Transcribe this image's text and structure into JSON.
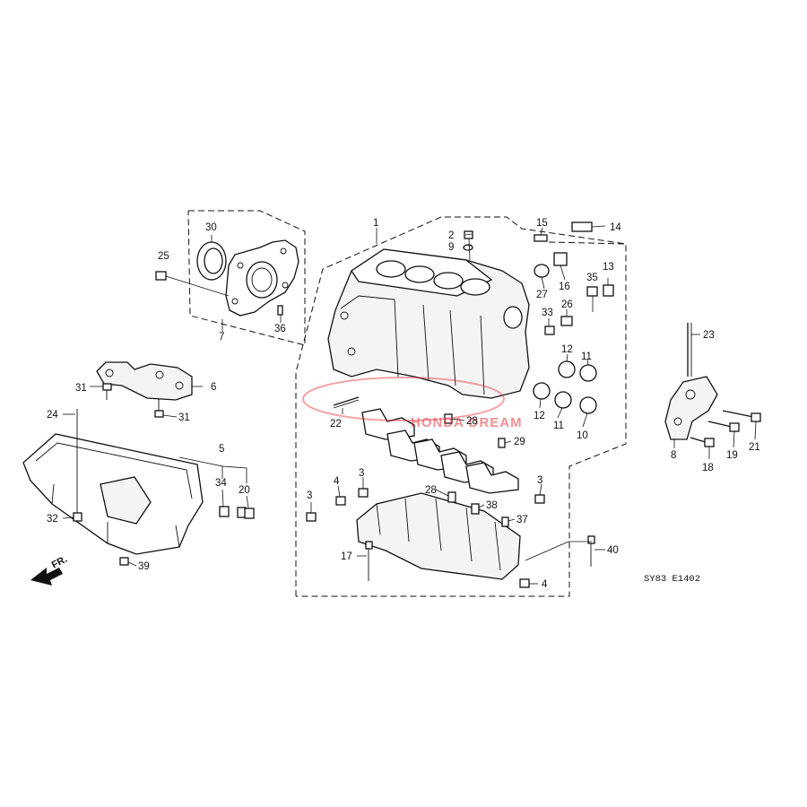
{
  "diagram_code": "SY83 E1402",
  "direction_label": "FR.",
  "watermark_text": "HONDA DREAM",
  "callouts": {
    "c1": "1",
    "c2": "2",
    "c3a": "3",
    "c3b": "3",
    "c3c": "3",
    "c4a": "4",
    "c4b": "4",
    "c5": "5",
    "c6": "6",
    "c7": "7",
    "c8": "8",
    "c9": "9",
    "c10": "10",
    "c11a": "11",
    "c11b": "11",
    "c12a": "12",
    "c12b": "12",
    "c13": "13",
    "c14": "14",
    "c15": "15",
    "c16": "16",
    "c17": "17",
    "c18": "18",
    "c19": "19",
    "c20": "20",
    "c21": "21",
    "c22": "22",
    "c23": "23",
    "c24": "24",
    "c25": "25",
    "c26": "26",
    "c27": "27",
    "c28a": "28",
    "c28b": "28",
    "c29": "29",
    "c30": "30",
    "c31a": "31",
    "c31b": "31",
    "c32": "32",
    "c33": "33",
    "c34": "34",
    "c35": "35",
    "c36": "36",
    "c37": "37",
    "c38": "38",
    "c39": "39",
    "c40": "40"
  }
}
